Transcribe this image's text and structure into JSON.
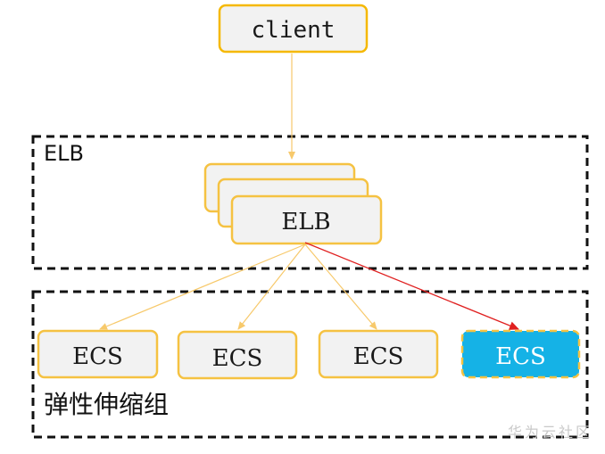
{
  "client": {
    "label": "client"
  },
  "elb_group": {
    "label": "ELB"
  },
  "elb_node": {
    "label": "ELB"
  },
  "ecs_group": {
    "label": "弹性伸缩组"
  },
  "ecs_nodes": [
    {
      "label": "ECS",
      "highlighted": false
    },
    {
      "label": "ECS",
      "highlighted": false
    },
    {
      "label": "ECS",
      "highlighted": false
    },
    {
      "label": "ECS",
      "highlighted": true
    }
  ],
  "watermark": {
    "text": "华为云社区"
  },
  "colors": {
    "node_fill": "#f2f2f2",
    "node_border": "#f5c242",
    "client_border": "#f5b800",
    "highlight_fill": "#15b2e6",
    "highlight_border": "#f5c242",
    "arrow_normal": "#f7c96b",
    "arrow_active": "#e02020",
    "group_border": "#111111"
  }
}
